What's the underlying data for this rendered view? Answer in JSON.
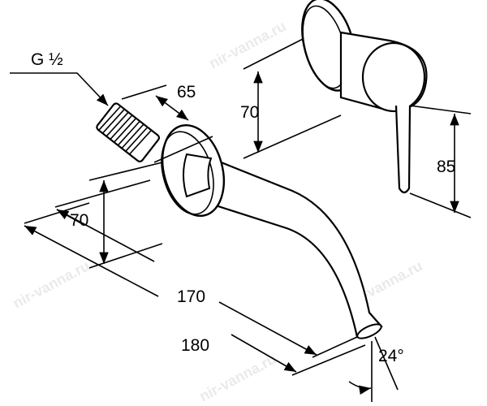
{
  "drawing": {
    "thread_label": "G ½",
    "dimensions": {
      "thread_length": "65",
      "spout_height": "70",
      "spout_length_inner": "170",
      "spout_length_outer": "180",
      "spout_angle": "24°",
      "mixer_height": "70",
      "lever_height": "85"
    },
    "watermark": "nir-vanna.ru"
  }
}
